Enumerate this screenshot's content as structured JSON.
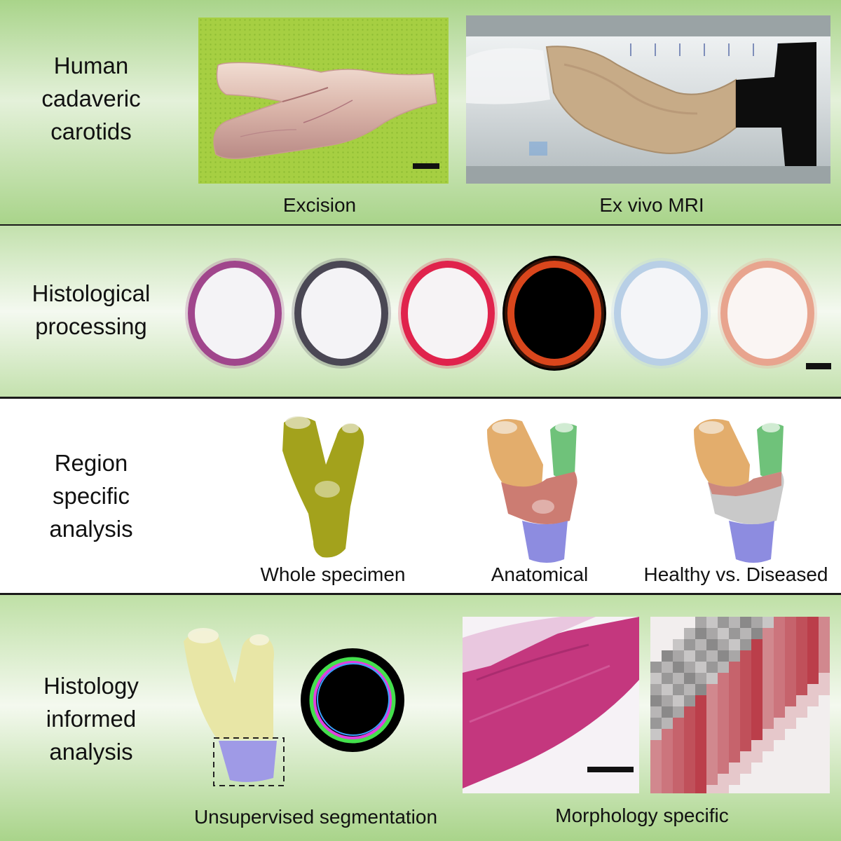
{
  "rows": [
    {
      "title": "Human\ncadaveric\ncarotids",
      "captions": [
        "Excision",
        "Ex vivo MRI"
      ]
    },
    {
      "title": "Histological\nprocessing",
      "stains": [
        {
          "ring": "#a0468c",
          "fill": "#f4f3f6",
          "bg": "none"
        },
        {
          "ring": "#4a4754",
          "fill": "#f4f3f6",
          "bg": "none"
        },
        {
          "ring": "#e0234c",
          "fill": "#f6f3f5",
          "bg": "none"
        },
        {
          "ring": "#d9461c",
          "fill": "#000000",
          "bg": "#000000"
        },
        {
          "ring": "#b8cfe6",
          "fill": "#f4f5f8",
          "bg": "none"
        },
        {
          "ring": "#e8a48e",
          "fill": "#faf5f3",
          "bg": "none"
        }
      ]
    },
    {
      "title": "Region\nspecific\nanalysis",
      "captions": [
        "Whole specimen",
        "Anatomical",
        "Healthy vs. Diseased"
      ]
    },
    {
      "title": "Histology\ninformed\nanalysis",
      "captions": [
        "Unsupervised segmentation",
        "Morphology specific"
      ]
    }
  ],
  "colors": {
    "tissue_whole": "#a3a21c",
    "region_ica": "#e3ad6c",
    "region_eca": "#6fc27a",
    "region_bifurcation": "#cc7c72",
    "region_cca": "#8d8ce0",
    "region_healthy_gray": "#c9c9c9",
    "segmentation_yellow": "#e8e6a6",
    "segmentation_lavender": "#9f9ae6",
    "cyclic_green": "#44e04d",
    "cyclic_magenta": "#e040e0",
    "cyclic_blue": "#3aa0ff",
    "histology_pink": "#c4377e",
    "pixel_red": "#b73440",
    "pixel_gray": "#7a7a7a"
  }
}
